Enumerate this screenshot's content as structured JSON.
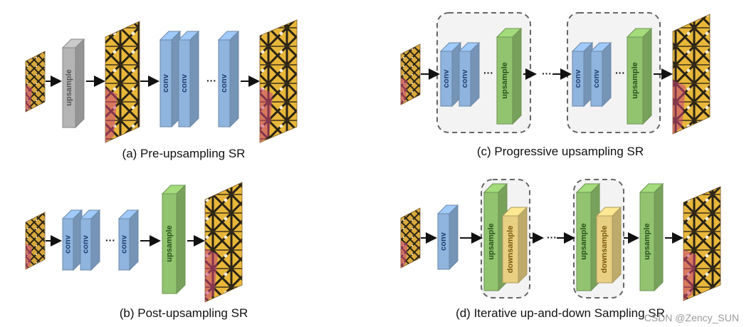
{
  "captions": {
    "a": "(a) Pre-upsampling SR",
    "b": "(b) Post-upsampling SR",
    "c": "(c) Progressive upsampling SR",
    "d": "(d) Iterative up-and-down Sampling SR"
  },
  "labels": {
    "conv": "conv",
    "upsample": "upsample",
    "downsample": "downsample",
    "dots": "···"
  },
  "watermark": "CSDN @Zency_SUN",
  "colors": {
    "conv": "#8fb4de",
    "upsample": "#92c46f",
    "downsample": "#e8cf82",
    "gray_upsample": "#b4b4b4",
    "arrow": "#111111",
    "group_border": "#666666",
    "group_fill": "#f3f3f3"
  },
  "icons": [
    "butterfly-image"
  ]
}
